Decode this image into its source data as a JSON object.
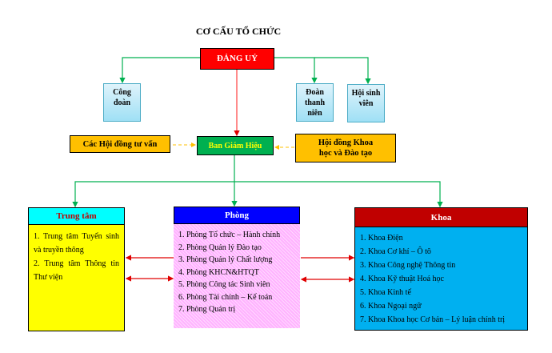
{
  "title": "CƠ CẤU TỔ CHỨC",
  "party": "ĐẢNG UỶ",
  "mass_orgs": [
    {
      "label": "Công đoàn"
    },
    {
      "label": "Đoàn thanh niên"
    },
    {
      "label": "Hội sinh viên"
    }
  ],
  "board": "Ban Giám Hiệu",
  "advisory": "Các Hội đồng tư vấn",
  "science_council": "Hội đồng Khoa học và Đào tạo",
  "centers": {
    "title": "Trung tâm",
    "items": [
      "1. Trung tâm Tuyển sinh và truyền thông",
      "2. Trung tâm Thông tin Thư viện"
    ]
  },
  "offices": {
    "title": "Phòng",
    "items": [
      "1. Phòng Tổ chức – Hành chính",
      "2. Phòng Quản lý Đào tạo",
      "3. Phòng Quản lý Chất lượng",
      "4. Phòng KHCN&HTQT",
      "5. Phòng Công tác Sinh viên",
      "6. Phòng Tài chính – Kế toán",
      "7. Phòng Quản trị"
    ]
  },
  "faculties": {
    "title": "Khoa",
    "items": [
      "1. Khoa Điện",
      "2. Khoa Cơ khí – Ô tô",
      "3. Khoa Công nghệ Thông tin",
      "4. Khoa Kỹ thuật Hoá học",
      "5. Khoa Kinh tế",
      "6. Khoa Ngoại ngữ",
      "7. Khoa Khoa học Cơ bản – Lý luận chính trị"
    ]
  },
  "colors": {
    "party": "#ff0000",
    "board": "#00b050",
    "gold": "#ffc000",
    "centers_header": "#00ffff",
    "centers_body": "#ffff00",
    "offices_header": "#0000ff",
    "offices_body": "#ffb3ff",
    "faculties_header": "#c00000",
    "faculties_body": "#00b0f0"
  }
}
